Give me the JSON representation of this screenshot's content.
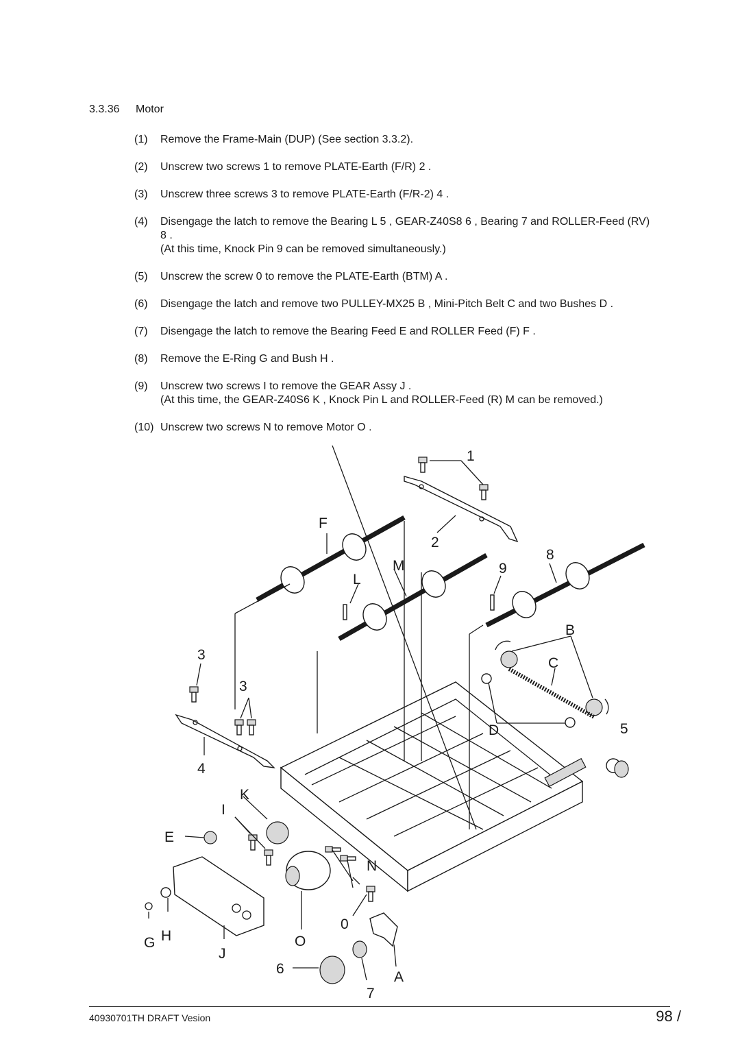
{
  "section": {
    "number": "3.3.36",
    "title": "Motor"
  },
  "steps": [
    {
      "n": "(1)",
      "text": "Remove the Frame-Main (DUP) (See section 3.3.2)."
    },
    {
      "n": "(2)",
      "text": "Unscrew two screws 1   to remove PLATE-Earth (F/R) 2  ."
    },
    {
      "n": "(3)",
      "text": "Unscrew three screws 3   to remove PLATE-Earth (F/R-2) 4  ."
    },
    {
      "n": "(4)",
      "text": "Disengage the latch to remove the Bearing L 5   , GEAR-Z40S8 6   , Bearing 7   and ROLLER-Feed (RV) 8  .",
      "note": "(At this time, Knock Pin 9   can be removed simultaneously.)"
    },
    {
      "n": "(5)",
      "text": "Unscrew the screw 0   to remove the PLATE-Earth (BTM) A  ."
    },
    {
      "n": "(6)",
      "text": "Disengage the latch and remove two PULLEY-MX25 B   , Mini-Pitch Belt C   and two Bushes D  ."
    },
    {
      "n": "(7)",
      "text": "Disengage the latch to remove the Bearing Feed E   and ROLLER Feed (F) F  ."
    },
    {
      "n": "(8)",
      "text": "Remove the E-Ring G   and Bush H  ."
    },
    {
      "n": "(9)",
      "text": "Unscrew two screws I   to remove the GEAR Assy J  .",
      "note": "(At this time, the GEAR-Z40S6 K   , Knock Pin L   and ROLLER-Feed (R) M   can be removed.)"
    },
    {
      "n": "(10)",
      "text": "Unscrew two screws N   to remove Motor O  ."
    }
  ],
  "figure": {
    "callouts": {
      "c1": "1",
      "c2": "2",
      "c3a": "3",
      "c3b": "3",
      "c4": "4",
      "c5": "5",
      "c6": "6",
      "c7": "7",
      "c8": "8",
      "c9": "9",
      "c0": "0",
      "cA": "A",
      "cB": "B",
      "cC": "C",
      "cD": "D",
      "cE": "E",
      "cF": "F",
      "cG": "G",
      "cH": "H",
      "cI": "I",
      "cJ": "J",
      "cK": "K",
      "cL": "L",
      "cM": "M",
      "cN": "N",
      "cO": "O"
    }
  },
  "footer": {
    "left": "40930701TH  DRAFT Vesion",
    "right": "98 /"
  }
}
